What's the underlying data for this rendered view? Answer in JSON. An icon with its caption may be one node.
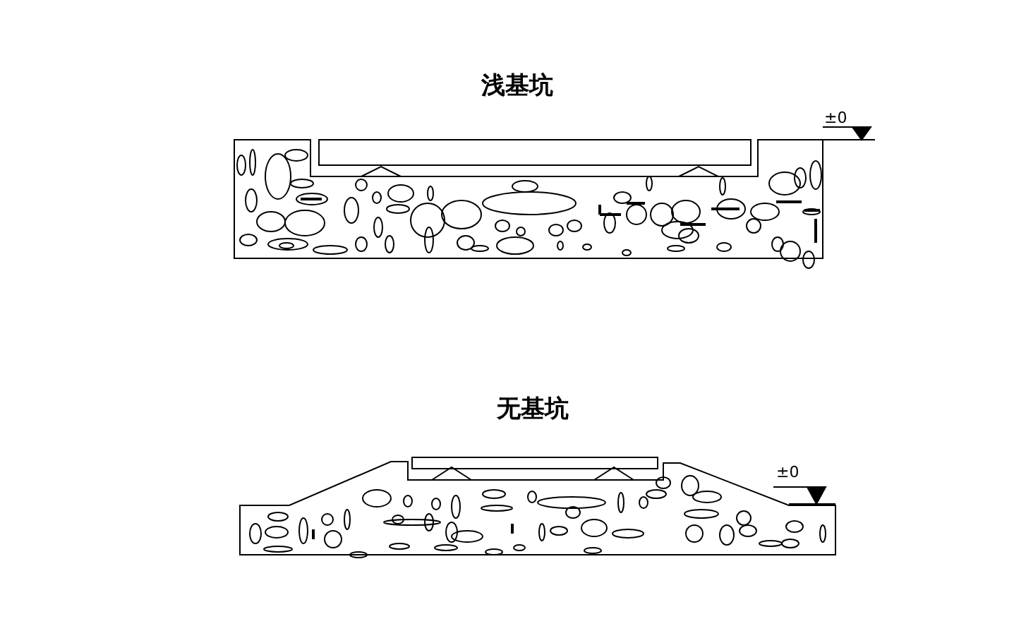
{
  "diagram": {
    "labels": [
      "浅基坑",
      "±0",
      "无基坑",
      "±0"
    ]
  }
}
